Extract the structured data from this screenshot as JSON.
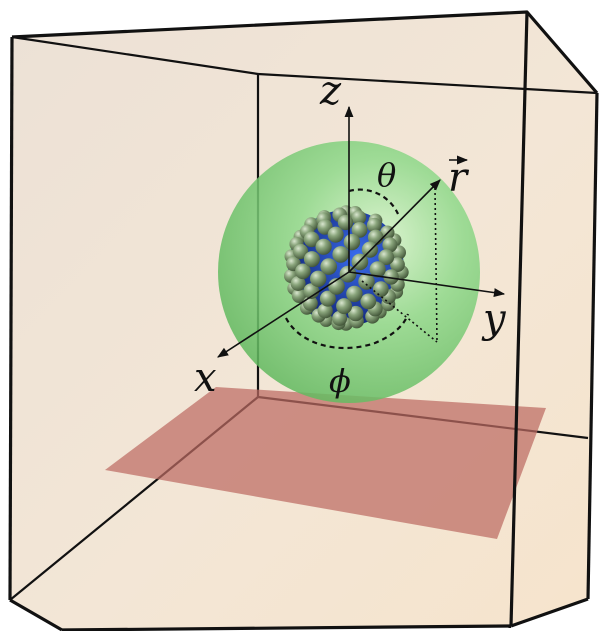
{
  "labels": {
    "z": "z",
    "x": "x",
    "y": "y",
    "r": "r",
    "theta": "θ",
    "phi": "ϕ"
  },
  "colors": {
    "box_fill": "#f1e1cf",
    "box_edge": "#111111",
    "outer_sphere": "#7fd07a",
    "core": "#1f3fa0",
    "nanoparticles": "#7a9a6c",
    "plane": "#c06f68",
    "axes": "#111111"
  },
  "nanoparticle_count": 60
}
